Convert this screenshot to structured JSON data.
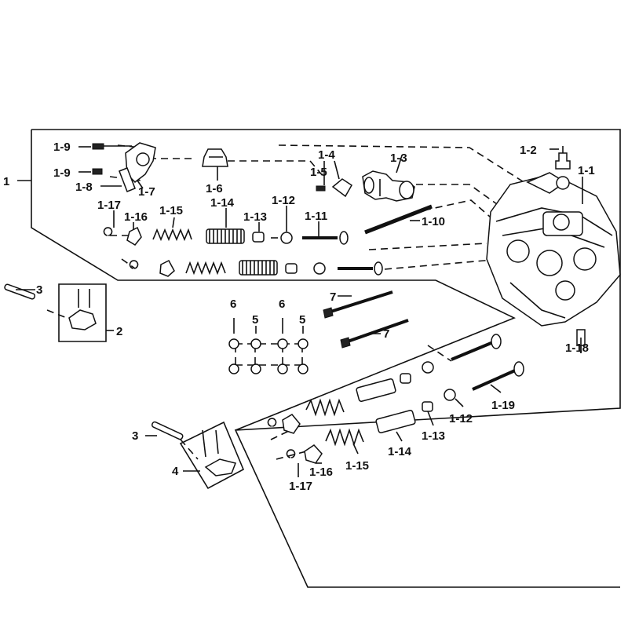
{
  "labels": {
    "l1": "1",
    "l1_1": "1-1",
    "l1_2": "1-2",
    "l1_3": "1-3",
    "l1_4": "1-4",
    "l1_5": "1-5",
    "l1_6": "1-6",
    "l1_7": "1-7",
    "l1_8": "1-8",
    "l1_9a": "1-9",
    "l1_9b": "1-9",
    "l1_10": "1-10",
    "l1_11": "1-11",
    "l1_12a": "1-12",
    "l1_12b": "1-12",
    "l1_13a": "1-13",
    "l1_13b": "1-13",
    "l1_14a": "1-14",
    "l1_14b": "1-14",
    "l1_15a": "1-15",
    "l1_15b": "1-15",
    "l1_16a": "1-16",
    "l1_16b": "1-16",
    "l1_17a": "1-17",
    "l1_17b": "1-17",
    "l1_18": "1-18",
    "l1_19": "1-19",
    "l2": "2",
    "l3a": "3",
    "l3b": "3",
    "l4": "4",
    "l5a": "5",
    "l5b": "5",
    "l6a": "6",
    "l6b": "6",
    "l7a": "7",
    "l7b": "7"
  }
}
